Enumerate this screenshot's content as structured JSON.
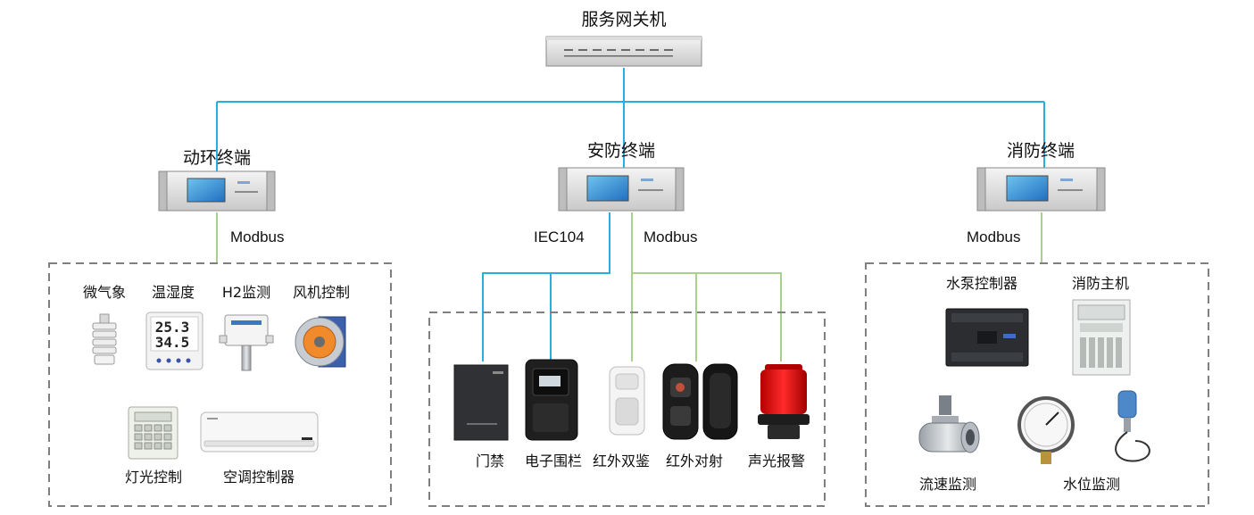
{
  "gateway": {
    "label": "服务网关机"
  },
  "terminals": {
    "power_env": {
      "label": "动环终端",
      "protocol": "Modbus"
    },
    "security": {
      "label": "安防终端",
      "protocol_a": "IEC104",
      "protocol_b": "Modbus"
    },
    "fire": {
      "label": "消防终端",
      "protocol": "Modbus"
    }
  },
  "groups": {
    "power_env": {
      "devices": [
        "微气象",
        "温湿度",
        "H2监测",
        "风机控制",
        "灯光控制",
        "空调控制器"
      ],
      "thermo_display": [
        "25.3",
        "34.5"
      ]
    },
    "security": {
      "devices": [
        "门禁",
        "电子围栏",
        "红外双鉴",
        "红外对射",
        "声光报警"
      ]
    },
    "fire": {
      "devices": [
        "水泵控制器",
        "消防主机",
        "流速监测",
        "水位监测"
      ]
    }
  },
  "colors": {
    "blue_line": "#29aee0",
    "green_line": "#a9d18e",
    "dashed_border": "#7f7f7f"
  }
}
